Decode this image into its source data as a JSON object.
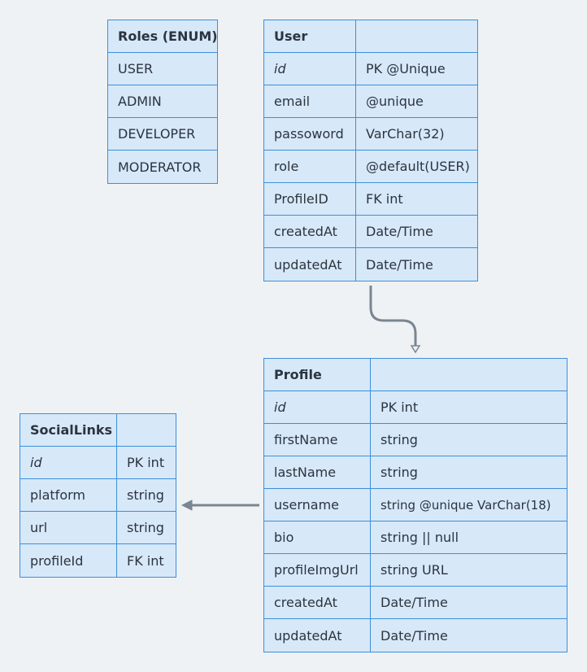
{
  "roles": {
    "title": "Roles (ENUM)",
    "items": [
      "USER",
      "ADMIN",
      "DEVELOPER",
      "MODERATOR"
    ]
  },
  "user": {
    "title": "User",
    "header_value": "",
    "fields": [
      {
        "name": "id",
        "type": "PK @Unique",
        "italic": true
      },
      {
        "name": "email",
        "type": "@unique"
      },
      {
        "name": "passoword",
        "type": "VarChar(32)"
      },
      {
        "name": "role",
        "type": "@default(USER)"
      },
      {
        "name": "ProfileID",
        "type": "FK int"
      },
      {
        "name": "createdAt",
        "type": "Date/Time"
      },
      {
        "name": "updatedAt",
        "type": "Date/Time"
      }
    ]
  },
  "profile": {
    "title": "Profile",
    "header_value": "",
    "fields": [
      {
        "name": "id",
        "type": "PK int",
        "italic": true
      },
      {
        "name": "firstName",
        "type": "string"
      },
      {
        "name": "lastName",
        "type": "string"
      },
      {
        "name": "username",
        "type": "string @unique VarChar(18)"
      },
      {
        "name": "bio",
        "type": "string || null"
      },
      {
        "name": "profileImgUrl",
        "type": "string URL"
      },
      {
        "name": "createdAt",
        "type": "Date/Time"
      },
      {
        "name": "updatedAt",
        "type": "Date/Time"
      }
    ]
  },
  "social_links": {
    "title": "SocialLinks",
    "header_value": "",
    "fields": [
      {
        "name": "id",
        "type": "PK int",
        "italic": true
      },
      {
        "name": "platform",
        "type": "string"
      },
      {
        "name": "url",
        "type": "string"
      },
      {
        "name": "profileId",
        "type": "FK int"
      }
    ]
  },
  "colors": {
    "background": "#eef2f5",
    "entity_fill": "#d7e8f8",
    "entity_border": "#3d8fd9",
    "connector": "#7a8691"
  }
}
